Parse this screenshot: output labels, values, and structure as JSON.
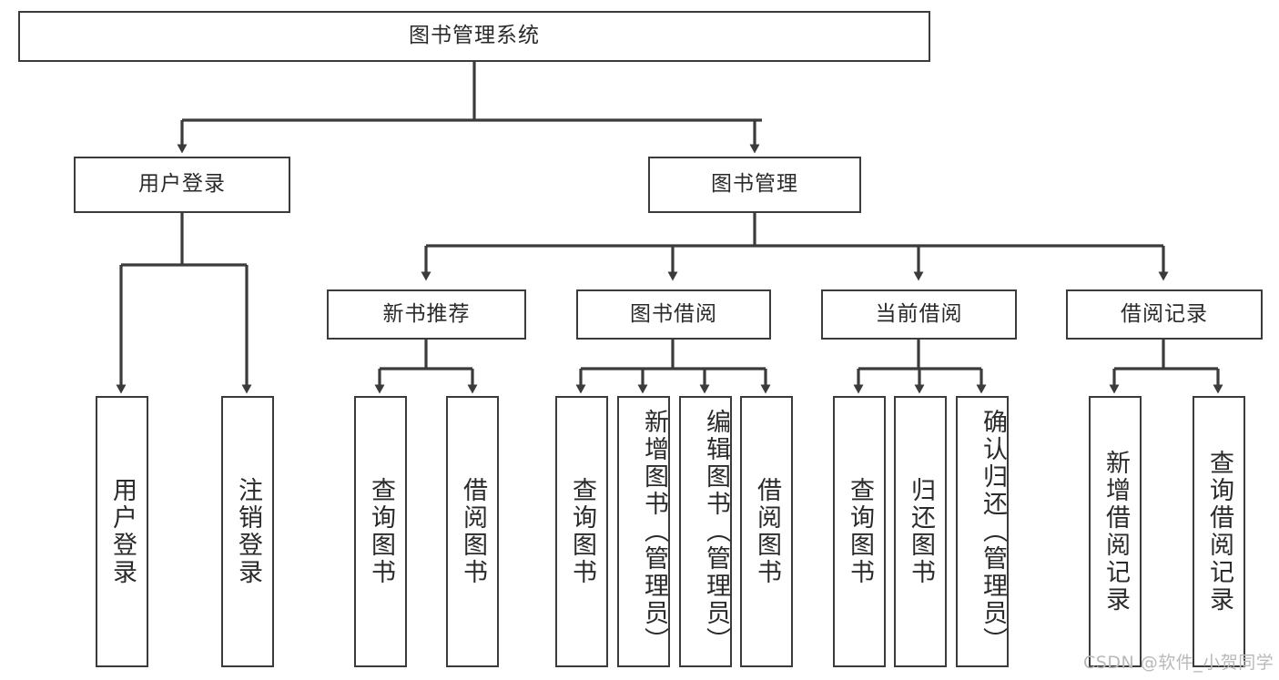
{
  "diagram": {
    "title": "图书管理系统",
    "type": "functional-structure-tree",
    "stroke_color": "#3b3b3b",
    "text_color": "#2a2a2a",
    "background": "#ffffff"
  },
  "nodes": {
    "root": {
      "label": "图书管理系统"
    },
    "level2": [
      {
        "label": "用户登录"
      },
      {
        "label": "图书管理"
      }
    ],
    "level3": [
      {
        "label": "新书推荐"
      },
      {
        "label": "图书借阅"
      },
      {
        "label": "当前借阅"
      },
      {
        "label": "借阅记录"
      }
    ],
    "leaves": {
      "user_login": [
        {
          "label": "用户登录"
        },
        {
          "label": "注销登录"
        }
      ],
      "new_book": [
        {
          "label": "查询图书"
        },
        {
          "label": "借阅图书"
        }
      ],
      "borrow_book": [
        {
          "label": "查询图书"
        },
        {
          "label": "新增图书（管理员）"
        },
        {
          "label": "编辑图书（管理员）"
        },
        {
          "label": "借阅图书"
        }
      ],
      "current_borrow": [
        {
          "label": "查询图书"
        },
        {
          "label": "归还图书"
        },
        {
          "label": "确认归还（管理员）"
        }
      ],
      "borrow_record": [
        {
          "label": "新增借阅记录"
        },
        {
          "label": "查询借阅记录"
        }
      ]
    }
  },
  "watermark": {
    "text": "CSDN @软件_小贺同学"
  }
}
